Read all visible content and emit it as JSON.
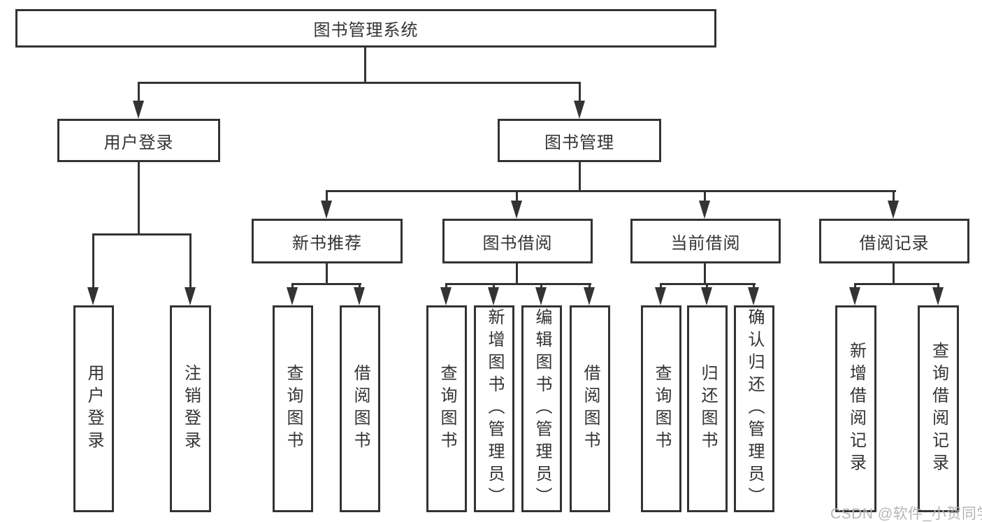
{
  "diagram": {
    "root_label": "图书管理系统",
    "branches": {
      "login": {
        "label": "用户登录",
        "leaves": [
          "用户登录",
          "注销登录"
        ]
      },
      "management": {
        "label": "图书管理",
        "sections": {
          "new_book": {
            "label": "新书推荐",
            "leaves": [
              "查询图书",
              "借阅图书"
            ]
          },
          "borrow": {
            "label": "图书借阅",
            "leaves": [
              "查询图书",
              "新增图书（管理员）",
              "编辑图书（管理员）",
              "借阅图书"
            ]
          },
          "current": {
            "label": "当前借阅",
            "leaves": [
              "查询图书",
              "归还图书",
              "确认归还（管理员）"
            ]
          },
          "records": {
            "label": "借阅记录",
            "leaves": [
              "新增借阅记录",
              "查询借阅记录"
            ]
          }
        }
      }
    }
  },
  "watermark": {
    "text": "CSDN @软件_小贺同学",
    "color": "#b5b5b5"
  },
  "colors": {
    "line": "#333333",
    "box_border": "#333333",
    "box_background": "#ffffff",
    "text": "#333333"
  }
}
